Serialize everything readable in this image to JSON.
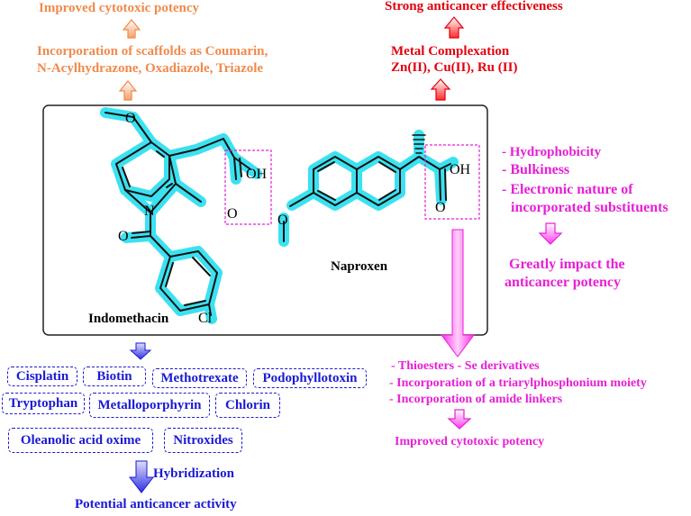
{
  "top_left": {
    "outcome": "Improved cytotoxic potency",
    "line1": "Incorporation of  scaffolds as Coumarin,",
    "line2": "N-Acylhydrazone, Oxadiazole, Triazole"
  },
  "top_right": {
    "outcome": "Strong anticancer effectiveness",
    "line1": "Metal Complexation",
    "line2": "Zn(II), Cu(II),  Ru (II)"
  },
  "molecules": {
    "indomethacin": "Indomethacin",
    "naproxen": "Naproxen",
    "oh": "OH",
    "o": "O",
    "n": "N",
    "cl": "Cl"
  },
  "factors": {
    "items": [
      "- Hydrophobicity",
      "- Bulkiness",
      "- Electronic nature of",
      "incorporated substituents"
    ],
    "result_line1": "Greatly impact the",
    "result_line2": "anticancer potency"
  },
  "hybrids": {
    "items": [
      "Cisplatin",
      "Biotin",
      "Methotrexate",
      "Podophyllotoxin",
      "Tryptophan",
      "Metalloporphyrin",
      "Chlorin",
      "Oleanolic acid oxime",
      "Nitroxides"
    ],
    "step": "Hybridization",
    "result": "Potential anticancer activity"
  },
  "naproxen_mods": {
    "line1": "- Thioesters  - Se derivatives",
    "line2": "- Incorporation of a triarylphosphonium moiety",
    "line3": "-  Incorporation of amide linkers",
    "result": "Improved cytotoxic potency"
  },
  "colors": {
    "orange": "#f08a4b",
    "red": "#e3000f",
    "magenta": "#e620d6",
    "blue": "#1a1ad6",
    "cyan_highlight": "#32e0f0"
  }
}
